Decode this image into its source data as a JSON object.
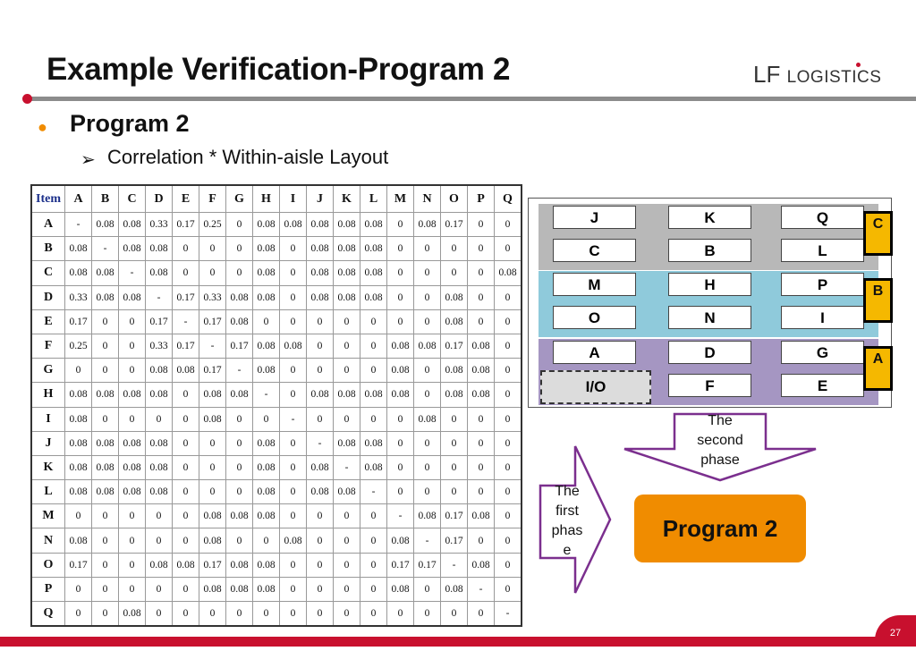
{
  "title": "Example Verification-Program 2",
  "logo": {
    "lf": "LF",
    "rest": "LOGISTICS"
  },
  "bullet1": "Program 2",
  "bullet2": "Correlation * Within-aisle Layout",
  "table": {
    "header": [
      "Item",
      "A",
      "B",
      "C",
      "D",
      "E",
      "F",
      "G",
      "H",
      "I",
      "J",
      "K",
      "L",
      "M",
      "N",
      "O",
      "P",
      "Q"
    ],
    "rows": [
      [
        "A",
        "-",
        "0.08",
        "0.08",
        "0.33",
        "0.17",
        "0.25",
        "0",
        "0.08",
        "0.08",
        "0.08",
        "0.08",
        "0.08",
        "0",
        "0.08",
        "0.17",
        "0",
        "0"
      ],
      [
        "B",
        "0.08",
        "-",
        "0.08",
        "0.08",
        "0",
        "0",
        "0",
        "0.08",
        "0",
        "0.08",
        "0.08",
        "0.08",
        "0",
        "0",
        "0",
        "0",
        "0"
      ],
      [
        "C",
        "0.08",
        "0.08",
        "-",
        "0.08",
        "0",
        "0",
        "0",
        "0.08",
        "0",
        "0.08",
        "0.08",
        "0.08",
        "0",
        "0",
        "0",
        "0",
        "0.08"
      ],
      [
        "D",
        "0.33",
        "0.08",
        "0.08",
        "-",
        "0.17",
        "0.33",
        "0.08",
        "0.08",
        "0",
        "0.08",
        "0.08",
        "0.08",
        "0",
        "0",
        "0.08",
        "0",
        "0"
      ],
      [
        "E",
        "0.17",
        "0",
        "0",
        "0.17",
        "-",
        "0.17",
        "0.08",
        "0",
        "0",
        "0",
        "0",
        "0",
        "0",
        "0",
        "0.08",
        "0",
        "0"
      ],
      [
        "F",
        "0.25",
        "0",
        "0",
        "0.33",
        "0.17",
        "-",
        "0.17",
        "0.08",
        "0.08",
        "0",
        "0",
        "0",
        "0.08",
        "0.08",
        "0.17",
        "0.08",
        "0"
      ],
      [
        "G",
        "0",
        "0",
        "0",
        "0.08",
        "0.08",
        "0.17",
        "-",
        "0.08",
        "0",
        "0",
        "0",
        "0",
        "0.08",
        "0",
        "0.08",
        "0.08",
        "0"
      ],
      [
        "H",
        "0.08",
        "0.08",
        "0.08",
        "0.08",
        "0",
        "0.08",
        "0.08",
        "-",
        "0",
        "0.08",
        "0.08",
        "0.08",
        "0.08",
        "0",
        "0.08",
        "0.08",
        "0"
      ],
      [
        "I",
        "0.08",
        "0",
        "0",
        "0",
        "0",
        "0.08",
        "0",
        "0",
        "-",
        "0",
        "0",
        "0",
        "0",
        "0.08",
        "0",
        "0",
        "0"
      ],
      [
        "J",
        "0.08",
        "0.08",
        "0.08",
        "0.08",
        "0",
        "0",
        "0",
        "0.08",
        "0",
        "-",
        "0.08",
        "0.08",
        "0",
        "0",
        "0",
        "0",
        "0"
      ],
      [
        "K",
        "0.08",
        "0.08",
        "0.08",
        "0.08",
        "0",
        "0",
        "0",
        "0.08",
        "0",
        "0.08",
        "-",
        "0.08",
        "0",
        "0",
        "0",
        "0",
        "0"
      ],
      [
        "L",
        "0.08",
        "0.08",
        "0.08",
        "0.08",
        "0",
        "0",
        "0",
        "0.08",
        "0",
        "0.08",
        "0.08",
        "-",
        "0",
        "0",
        "0",
        "0",
        "0"
      ],
      [
        "M",
        "0",
        "0",
        "0",
        "0",
        "0",
        "0.08",
        "0.08",
        "0.08",
        "0",
        "0",
        "0",
        "0",
        "-",
        "0.08",
        "0.17",
        "0.08",
        "0"
      ],
      [
        "N",
        "0.08",
        "0",
        "0",
        "0",
        "0",
        "0.08",
        "0",
        "0",
        "0.08",
        "0",
        "0",
        "0",
        "0.08",
        "-",
        "0.17",
        "0",
        "0"
      ],
      [
        "O",
        "0.17",
        "0",
        "0",
        "0.08",
        "0.08",
        "0.17",
        "0.08",
        "0.08",
        "0",
        "0",
        "0",
        "0",
        "0.17",
        "0.17",
        "-",
        "0.08",
        "0"
      ],
      [
        "P",
        "0",
        "0",
        "0",
        "0",
        "0",
        "0.08",
        "0.08",
        "0.08",
        "0",
        "0",
        "0",
        "0",
        "0.08",
        "0",
        "0.08",
        "-",
        "0"
      ],
      [
        "Q",
        "0",
        "0",
        "0.08",
        "0",
        "0",
        "0",
        "0",
        "0",
        "0",
        "0",
        "0",
        "0",
        "0",
        "0",
        "0",
        "0",
        "-"
      ]
    ]
  },
  "layout": {
    "zones": [
      {
        "tag": "C",
        "color": "#b8b8b8",
        "rows": [
          [
            "J",
            "K",
            "Q"
          ],
          [
            "C",
            "B",
            "L"
          ]
        ]
      },
      {
        "tag": "B",
        "color": "#8fcadb",
        "rows": [
          [
            "M",
            "H",
            "P"
          ],
          [
            "O",
            "N",
            "I"
          ]
        ]
      },
      {
        "tag": "A",
        "color": "#a596c2",
        "rows": [
          [
            "A",
            "D",
            "G"
          ],
          [
            "",
            "F",
            "E"
          ]
        ]
      }
    ],
    "io_label": "I/O"
  },
  "second_phase": [
    "The",
    "second",
    "phase"
  ],
  "first_phase": [
    "The",
    "first",
    "phas",
    "e"
  ],
  "program_box": "Program 2",
  "page_number": "27",
  "colors": {
    "accent": "#c8102e",
    "bullet": "#f08c00",
    "program": "#f08c00",
    "tag": "#f5b800",
    "arrow": "#7b2f8e"
  }
}
